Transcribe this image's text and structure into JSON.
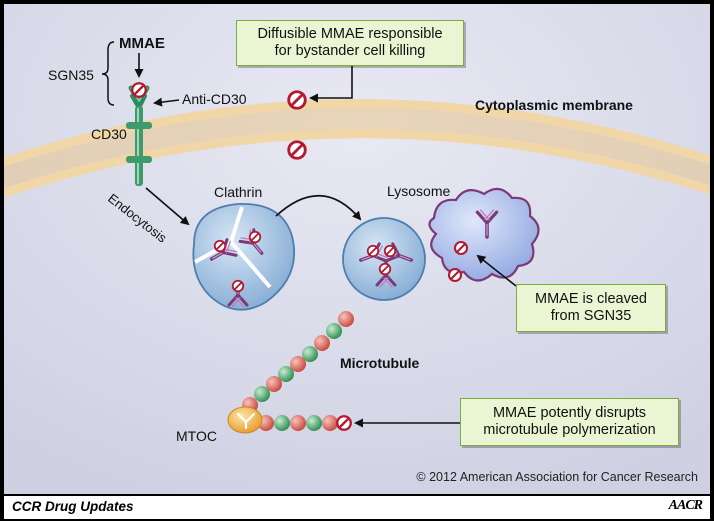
{
  "labels": {
    "mmae": "MMAE",
    "sgn35": "SGN35",
    "anti_cd30": "Anti-CD30",
    "cd30": "CD30",
    "cytoplasmic_membrane": "Cytoplasmic membrane",
    "endocytosis": "Endocytosis",
    "clathrin": "Clathrin",
    "lysosome": "Lysosome",
    "microtubule": "Microtubule",
    "mtoc": "MTOC"
  },
  "callouts": {
    "diffusible_line1": "Diffusible MMAE responsible",
    "diffusible_line2": "for bystander cell killing",
    "cleaved_line1": "MMAE is cleaved",
    "cleaved_line2": "from SGN35",
    "disrupts_line1": "MMAE potently disrupts",
    "disrupts_line2": "microtubule polymerization"
  },
  "copyright": "© 2012 American Association for Cancer Research",
  "footer": {
    "title": "CCR Drug Updates",
    "logo": "AACR"
  },
  "colors": {
    "background": "#dadbe9",
    "membrane": "#e0a24e",
    "callout_fill": "#eaf5d4",
    "callout_border": "#7faa3d",
    "receptor": "#3f9a6e",
    "antibody": "#7a3a78",
    "mmae_symbol": "#b3192f",
    "vesicle": "#8fb6dc",
    "lysosome": "#a6b8e6",
    "tubulin_red": "#d9625a",
    "tubulin_green": "#3c9a5c",
    "mtoc": "#f0b43c"
  }
}
